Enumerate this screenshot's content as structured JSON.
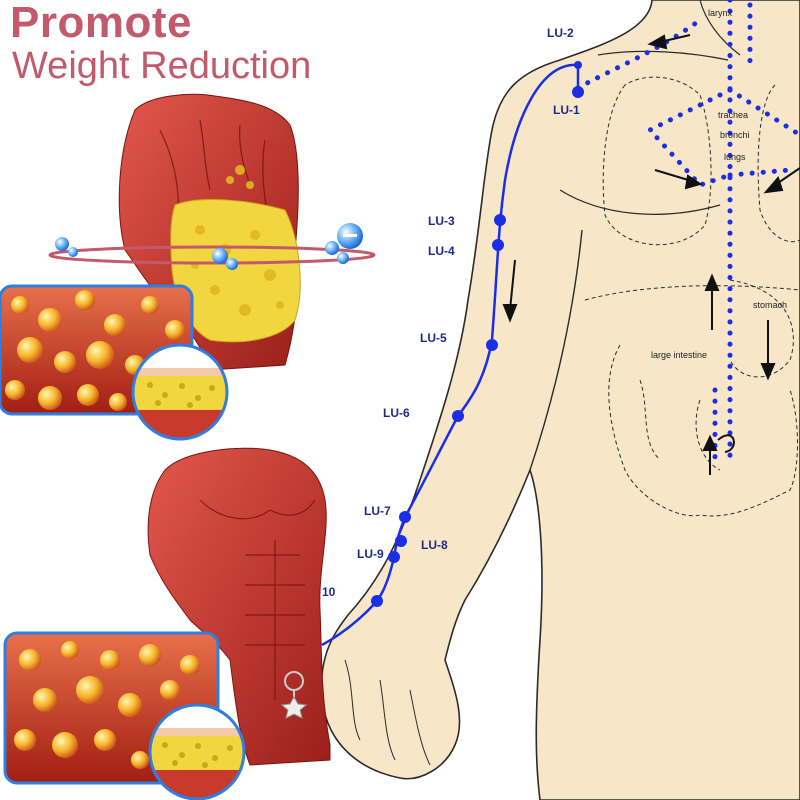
{
  "headline": {
    "line1": "Promote",
    "line2": "Weight Reduction"
  },
  "points": {
    "lu1": "LU-1",
    "lu2": "LU-2",
    "lu3": "LU-3",
    "lu4": "LU-4",
    "lu5": "LU-5",
    "lu6": "LU-6",
    "lu7": "LU-7",
    "lu8": "LU-8",
    "lu9": "LU-9",
    "lu10": "10"
  },
  "organs": {
    "larynx": "larynx",
    "trachea": "trachea",
    "bronchi": "bronchi",
    "lungs": "lungs",
    "stomach": "stomach",
    "large_intestine": "large intestine"
  },
  "colors": {
    "headline": "#c25a6b",
    "meridian": "#1a2ee6",
    "skin": "#f8e6c8",
    "muscle": "#c0392b",
    "fat": "#f2d640"
  }
}
